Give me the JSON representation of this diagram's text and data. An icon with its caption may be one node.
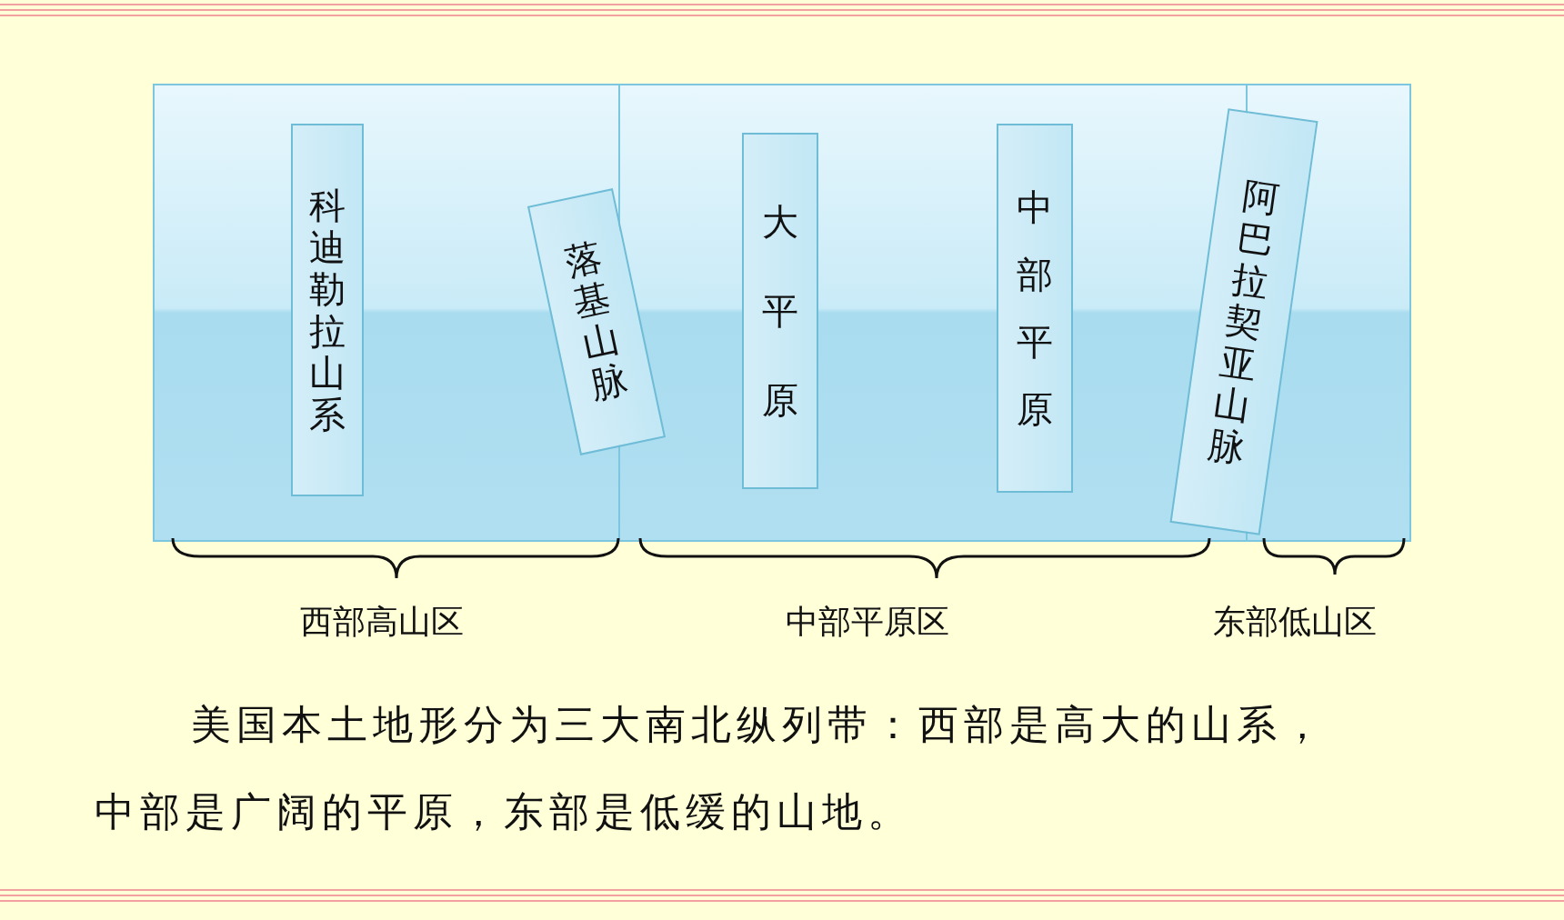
{
  "diagram": {
    "nodes": [
      {
        "text": [
          "科迪勒拉山系"
        ]
      },
      {
        "text": [
          "落基山脉"
        ]
      },
      {
        "text": [
          "大平原"
        ]
      },
      {
        "text": [
          "中部平原"
        ]
      },
      {
        "text": [
          "阿巴拉契亚山脉"
        ]
      }
    ],
    "labels": [
      "西部高山区",
      "中部平原区",
      "东部低山区",
      "美国本土地形分为三大南北纵列带：西部是高大的山系，中部是广阔的平原，东部是低缓的山地。"
    ]
  }
}
